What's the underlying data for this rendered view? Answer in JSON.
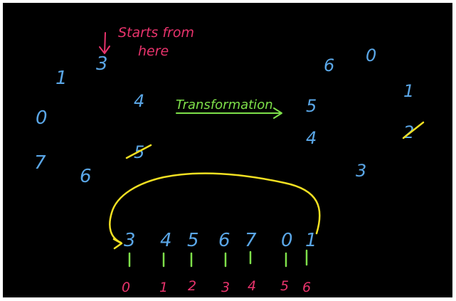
{
  "colors": {
    "background": "#000000",
    "frame": "#ffffff",
    "digits": "#5aa6e6",
    "annotation_pink": "#e8336c",
    "arrow_green": "#7ee04a",
    "curve_yellow": "#f2e022"
  },
  "annotation": {
    "line1": "Starts from",
    "line2": "here"
  },
  "transformation_label": "Transformation",
  "left_circle": [
    "3",
    "4",
    "5",
    "6",
    "7",
    "0",
    "1"
  ],
  "right_circle": [
    "0",
    "1",
    "2",
    "3",
    "4",
    "5",
    "6"
  ],
  "array_values": [
    "3",
    "4",
    "5",
    "6",
    "7",
    "0",
    "1"
  ],
  "array_indices": [
    "0",
    "1",
    "2",
    "3",
    "4",
    "5",
    "6"
  ],
  "struck_digits": [
    "5",
    "2"
  ]
}
